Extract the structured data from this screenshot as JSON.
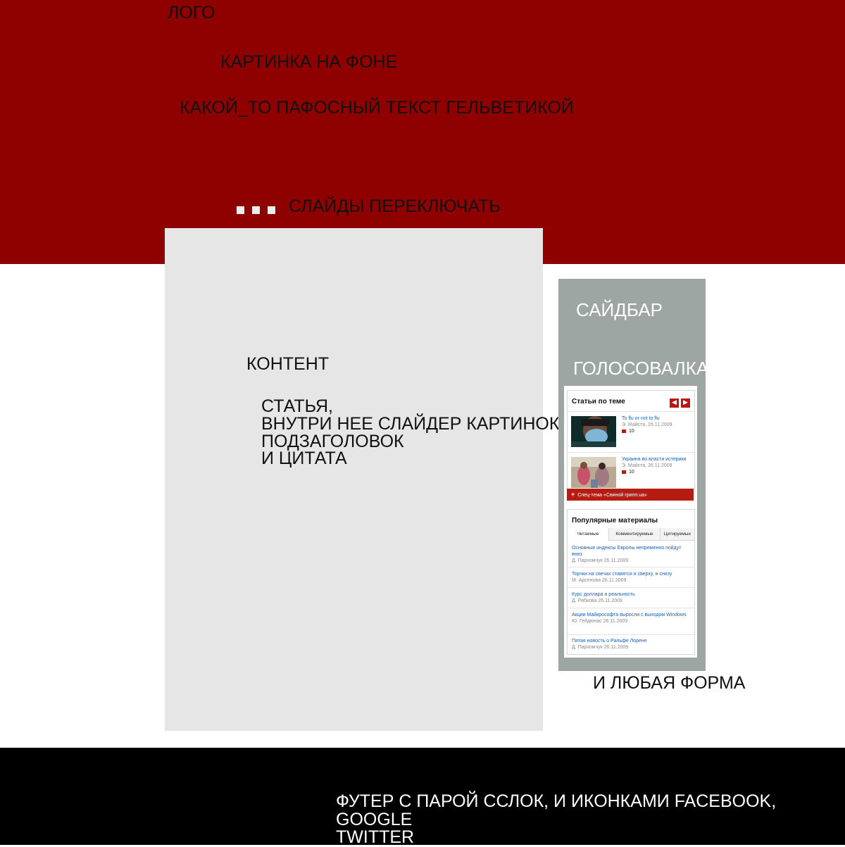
{
  "header": {
    "logo": "ЛОГО",
    "background_picture": "КАРТИНКА НА ФОНЕ",
    "tagline": "КАКОЙ_ТО ПАФОСНЫЙ ТЕКСТ ГЕЛЬВЕТИКОЙ",
    "slides_label": "СЛАЙДЫ ПЕРЕКЛЮЧАТЬ",
    "slide_count": 3
  },
  "content": {
    "title": "КОНТЕНТ",
    "article_lines": [
      "СТАТЬЯ,",
      "ВНУТРИ НЕЕ СЛАЙДЕР КАРТИНОК",
      "ПОДЗАГОЛОВОК",
      "И ЦИТАТА"
    ]
  },
  "sidebar": {
    "title": "САЙДБАР",
    "poll": "ГОЛОСОВАЛКА",
    "form_label": "И ЛЮБАЯ ФОРМА",
    "related": {
      "title": "Статьи по теме",
      "prev_icon": "◀",
      "next_icon": "▶",
      "items": [
        {
          "title": "To flu or not to flu",
          "meta": "Э. Майста, 26.11.2009",
          "comments": "10"
        },
        {
          "title": "Украина во власти истерики",
          "meta": "Э. Майста, 26.11.2009",
          "comments": "10"
        }
      ]
    },
    "special": "Спец-тема «Свиной грипп.ua»",
    "popular": {
      "title": "Популярные материалы",
      "tabs": [
        "Читаемые",
        "Комментируемые",
        "Цитируемые"
      ],
      "items": [
        {
          "title": "Основные индексы Европы непременно пойдут вниз",
          "meta": "Д. Пархомчук 26.11.2009"
        },
        {
          "title": "Торчки на свечах ставятся и сверху, и снизу",
          "meta": "М. Арсенова 26.11.2009"
        },
        {
          "title": "Курс доллара и реальность",
          "meta": "Д. Рябкова 26.11.2009"
        },
        {
          "title": "Акции Майкрософта выросли с выходом Windows",
          "meta": "Ю. Гейдюнас 26.11.2009"
        },
        {
          "title": "Пятая новость о Ральфе Лорене",
          "meta": "Д. Пархомчук 26.11.2009"
        }
      ]
    }
  },
  "footer": {
    "lines": [
      "ФУТЕР С ПАРОЙ ССЛОК, И ИКОНКАМИ FACEBOOK, GOOGLE",
      "TWITTER"
    ]
  },
  "colors": {
    "header": "#8f0000",
    "content": "#e6e6e6",
    "sidebar": "#9ea6a3",
    "footer": "#000000",
    "accent": "#c0150f",
    "link": "#1b5fb4"
  }
}
